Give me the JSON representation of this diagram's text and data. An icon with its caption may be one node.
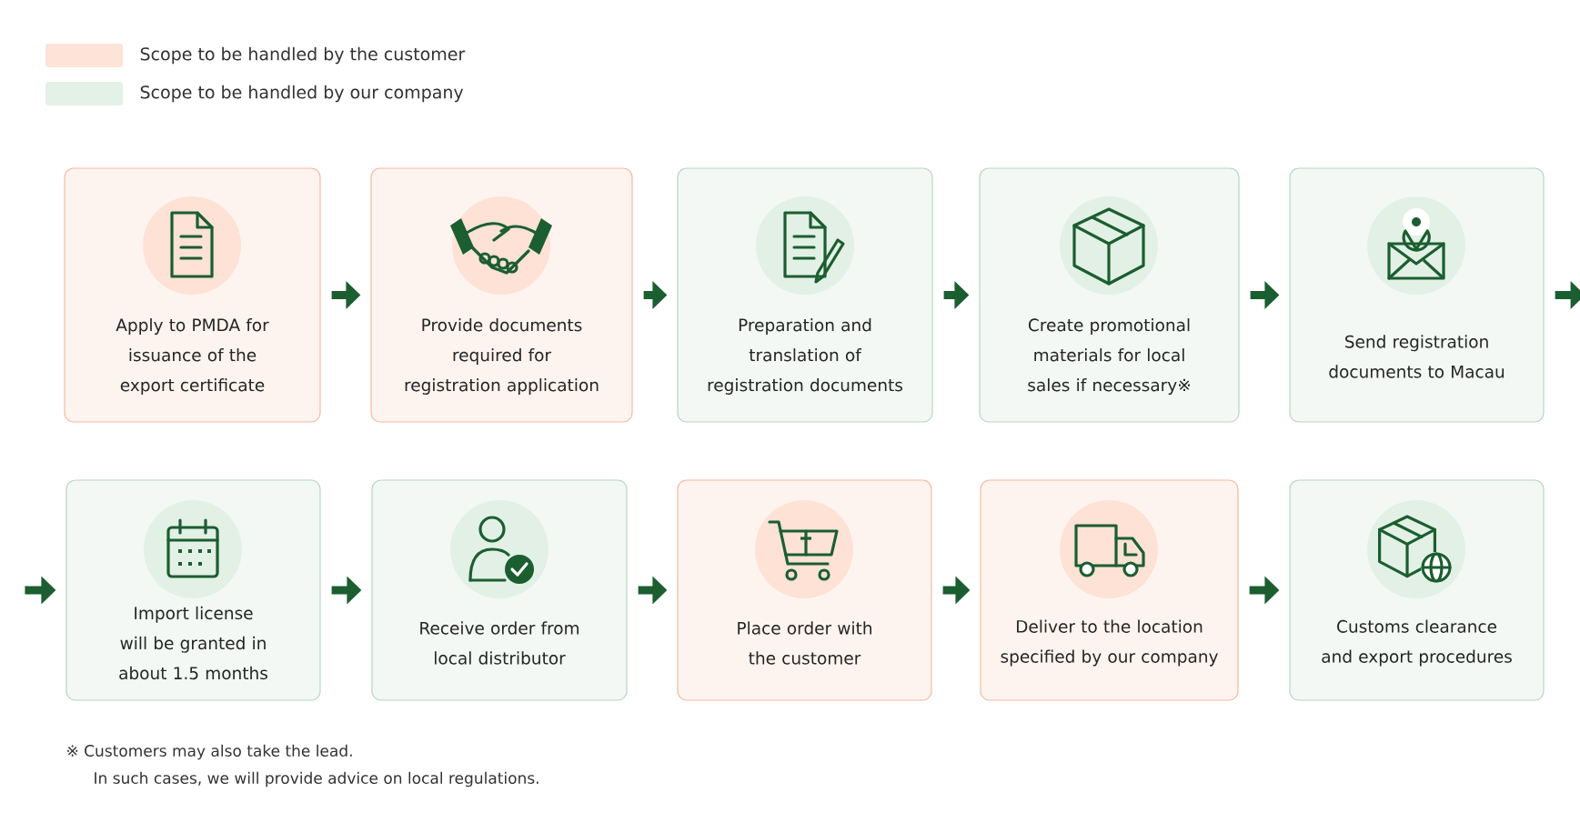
{
  "diagram": {
    "nodes": [
      {
        "text": [
          "Apply to PMDA for issuance of the export certificate"
        ]
      },
      {
        "text": [
          "Provide documents required for registration application"
        ]
      },
      {
        "text": [
          "Preparation and translation of registration documents"
        ]
      },
      {
        "text": [
          "Create promotional materials for local sales if necessary※"
        ]
      },
      {
        "text": [
          "Send registration documents to Macau"
        ]
      },
      {
        "text": [
          "Import license will be granted in about 1.5 months"
        ]
      },
      {
        "text": [
          "Receive order from local distributor"
        ]
      },
      {
        "text": [
          "Place order with the customer"
        ]
      },
      {
        "text": [
          "Deliver to the location specified by our company"
        ]
      },
      {
        "text": [
          "Customs clearance and export procedures"
        ]
      }
    ],
    "edges": [
      {
        "from": 0,
        "to": 1,
        "arrow": "to"
      },
      {
        "from": 1,
        "to": 2,
        "arrow": "to"
      },
      {
        "from": 2,
        "to": 3,
        "arrow": "to"
      },
      {
        "from": 3,
        "to": 4,
        "arrow": "to"
      },
      {
        "from": 4,
        "to": null,
        "arrow": "to"
      },
      {
        "from": null,
        "to": 5,
        "arrow": "to"
      },
      {
        "from": 5,
        "to": 6,
        "arrow": "to"
      },
      {
        "from": 6,
        "to": 7,
        "arrow": "to"
      },
      {
        "from": 7,
        "to": 8,
        "arrow": "to"
      },
      {
        "from": 8,
        "to": 9,
        "arrow": "to"
      }
    ],
    "labels": [
      "※ Customers may also take the lead.",
      "In such cases, we will provide advice on local regulations."
    ],
    "legend": [
      {
        "text": "Scope to be handled by the customer",
        "color": "#fde3d8"
      },
      {
        "text": "Scope to be handled by our company",
        "color": "#e4f1e7"
      }
    ]
  }
}
